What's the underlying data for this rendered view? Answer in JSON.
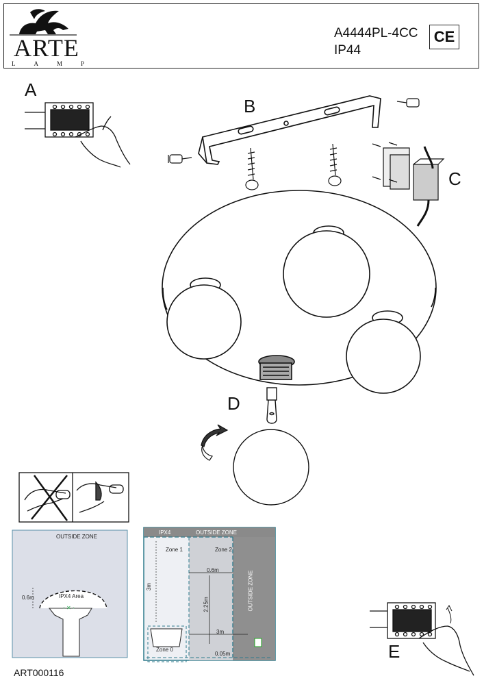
{
  "header": {
    "brand_name": "ARTE",
    "brand_sub": "LAMP",
    "model": "A4444PL-4CC",
    "ip_rating": "IP44",
    "ce_mark": "CE"
  },
  "steps": {
    "a": "A",
    "b": "B",
    "c": "C",
    "d": "D",
    "e": "E"
  },
  "zone_left": {
    "outside_zone": "OUTSIDE ZONE",
    "ipx4_area": "IPX4 Area",
    "height": "0.6m"
  },
  "zone_right": {
    "ipx4": "IPX4",
    "outside_zone_top": "OUTSIDE ZONE",
    "zone1": "Zone 1",
    "zone2": "Zone 2",
    "zone0": "Zone 0",
    "outside_zone_side": "OUTSIDE ZONE",
    "dim_0_6": "0.6m",
    "dim_3m_h": "3m",
    "dim_2_25": "2.25m",
    "dim_3m_w": "3m",
    "dim_0_05": "0.05m"
  },
  "footer": {
    "code": "ART000116"
  }
}
